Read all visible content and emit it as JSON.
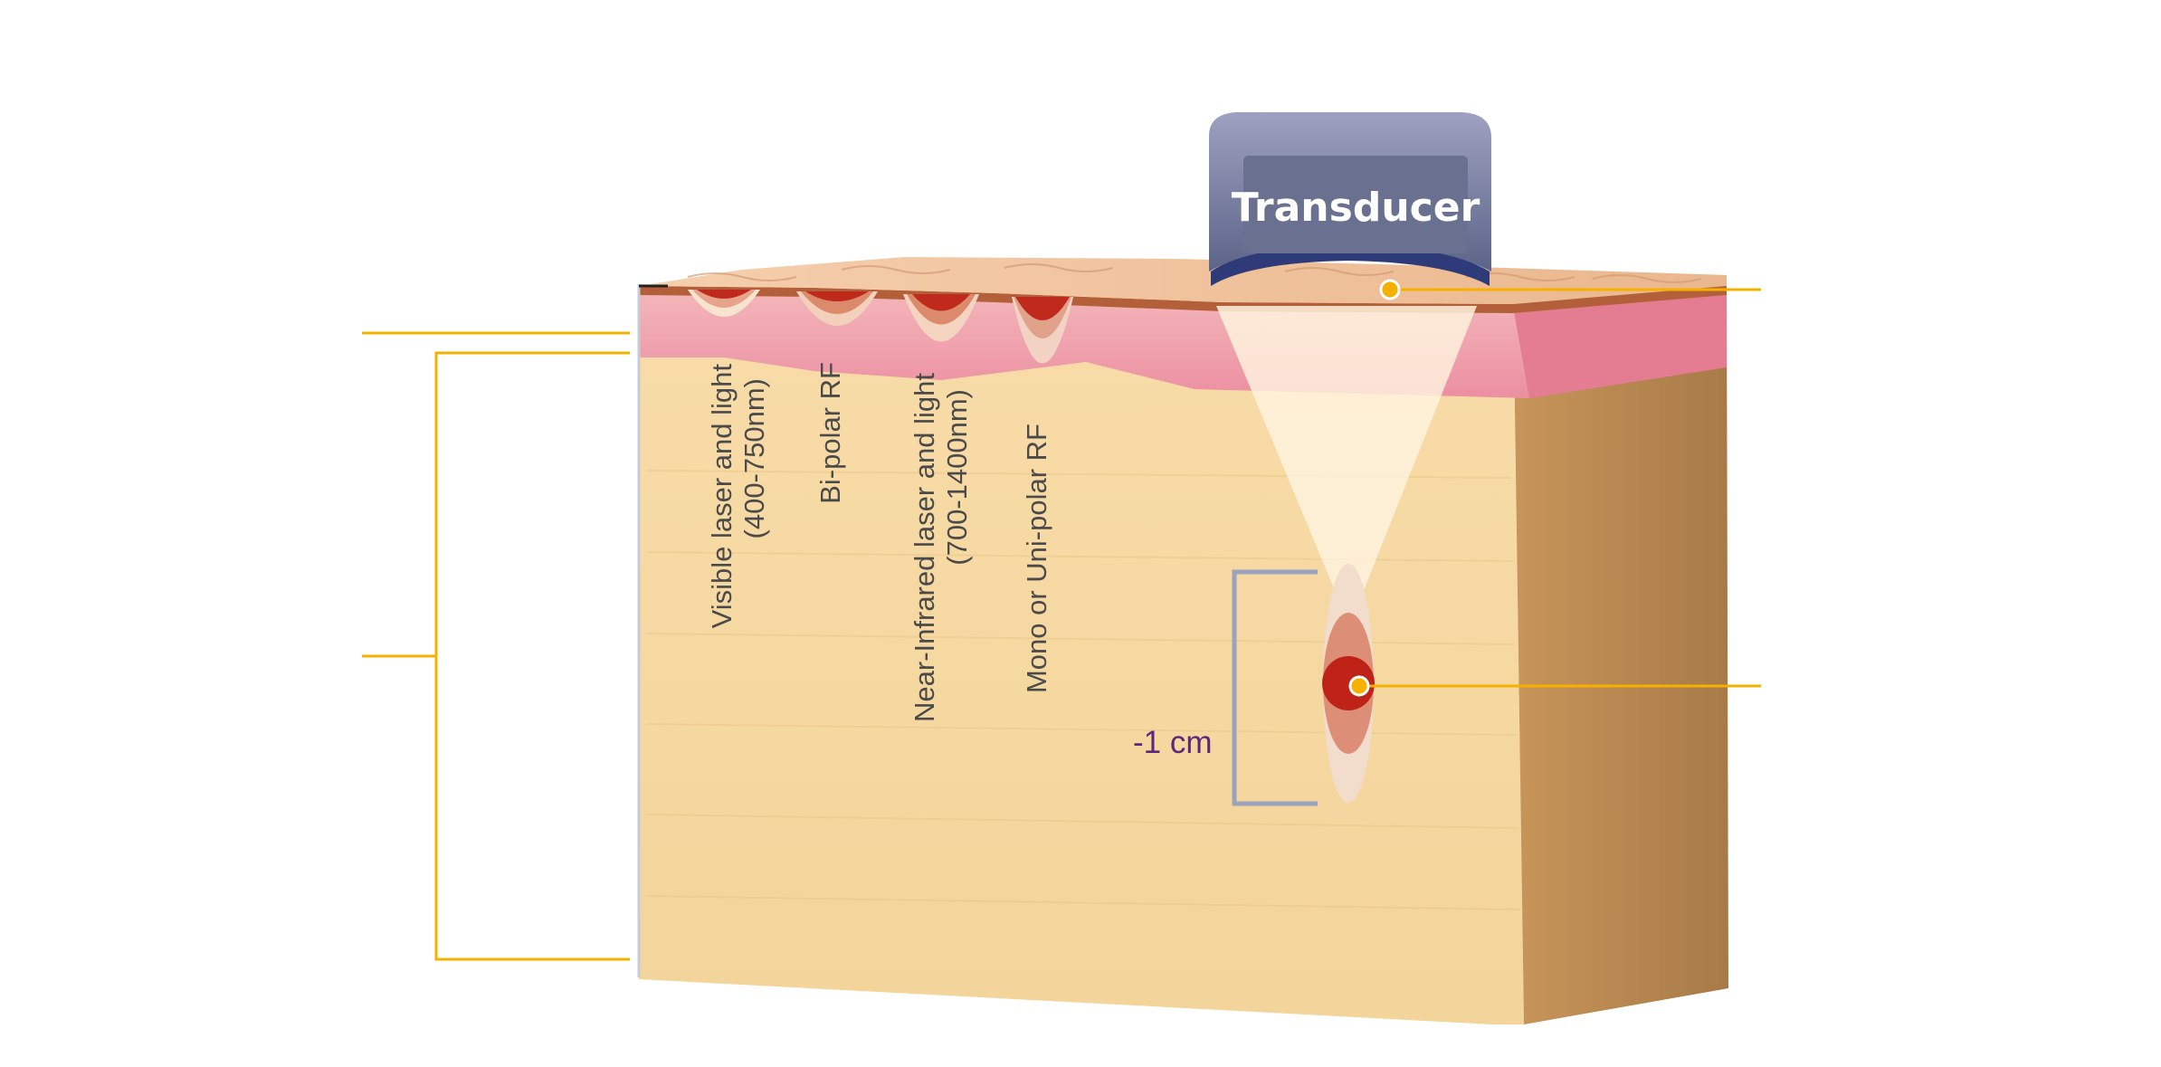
{
  "diagram": {
    "transducer_label": "Transducer",
    "depth_label": "-1 cm",
    "modalities": [
      {
        "line1": "Visible laser and light",
        "line2": "(400-750nm)"
      },
      {
        "line1": "Bi-polar RF",
        "line2": ""
      },
      {
        "line1": "Near-Infrared laser and light",
        "line2": "(700-1400nm)"
      },
      {
        "line1": "Mono or Uni-polar RF",
        "line2": ""
      }
    ]
  },
  "colors": {
    "callout_line": "#f5b000",
    "lesion_core": "#b82015",
    "tissue": "#f5d9a0",
    "dermis": "#ee9aa8",
    "transducer_body": "#4e5a82",
    "transducer_screen": "#6a7090"
  }
}
